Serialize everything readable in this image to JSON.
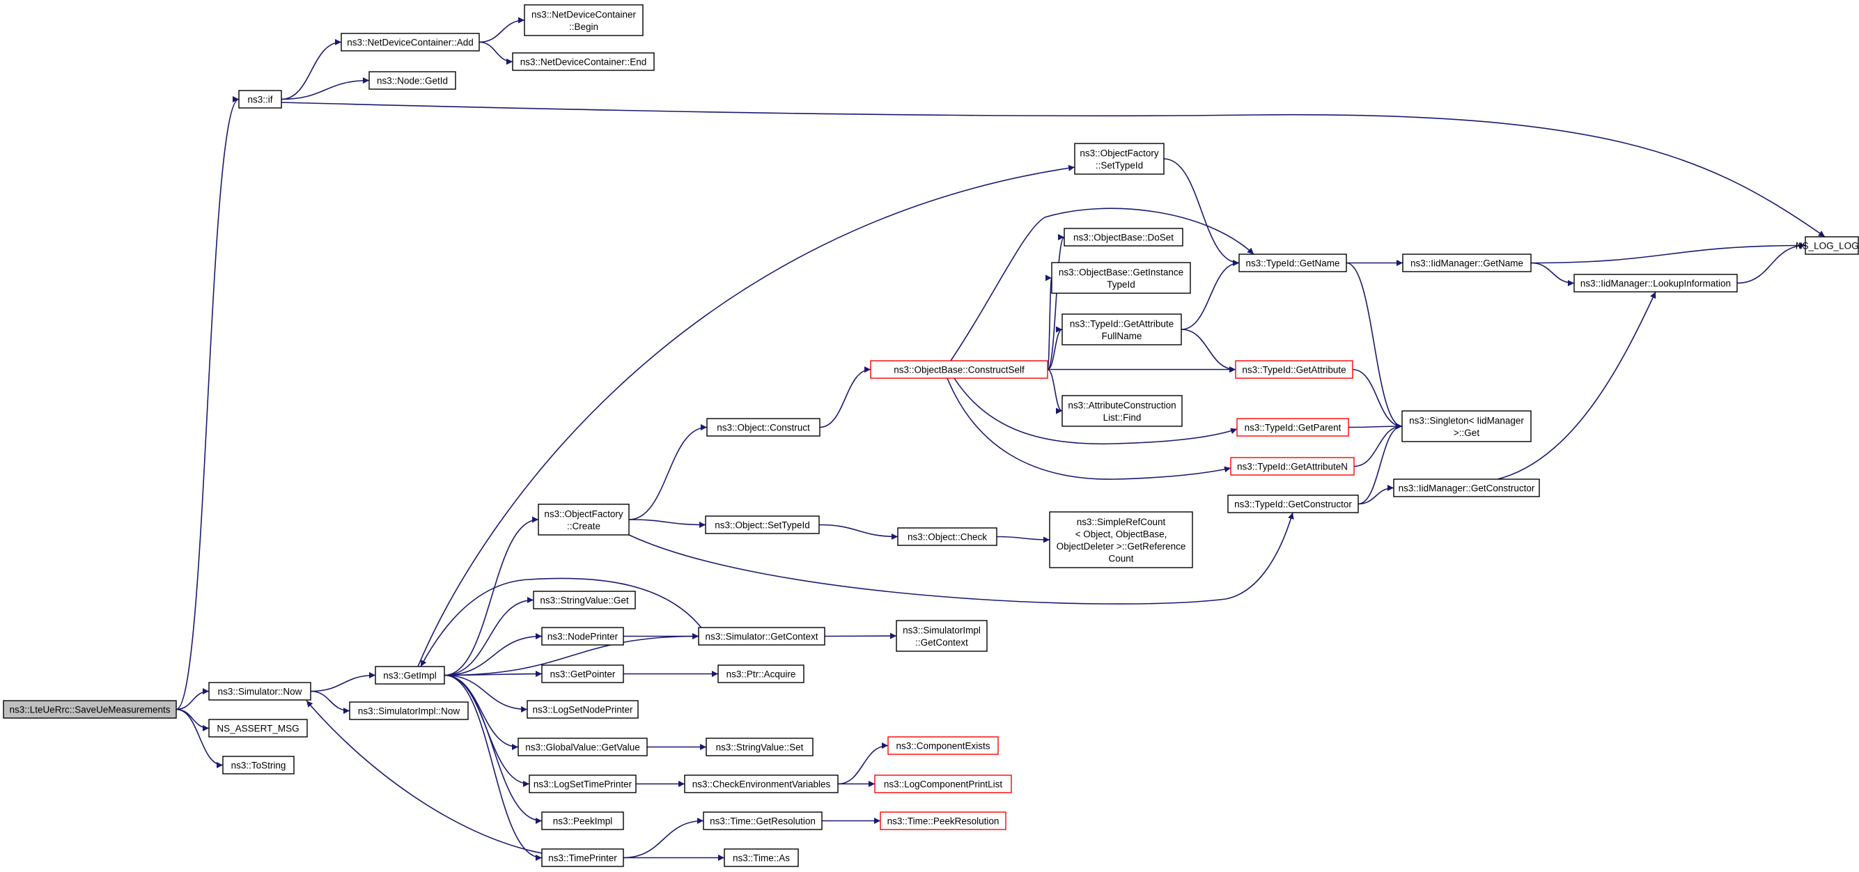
{
  "colors": {
    "edge": "#191970",
    "root_fill": "#bfbfbf",
    "node_fill": "#ffffff",
    "node_border": "#000000",
    "truncated_border": "#ff0000"
  },
  "nodes": [
    {
      "id": "root",
      "lines": [
        "ns3::LteUeRrc::SaveUeMeasurements"
      ],
      "style": "root"
    },
    {
      "id": "if",
      "lines": [
        "ns3::if"
      ]
    },
    {
      "id": "ndcAdd",
      "lines": [
        "ns3::NetDeviceContainer::Add"
      ]
    },
    {
      "id": "ndcBegin",
      "lines": [
        "ns3::NetDeviceContainer",
        "::Begin"
      ]
    },
    {
      "id": "ndcEnd",
      "lines": [
        "ns3::NetDeviceContainer::End"
      ]
    },
    {
      "id": "nodeGetId",
      "lines": [
        "ns3::Node::GetId"
      ]
    },
    {
      "id": "nslog",
      "lines": [
        "NS_LOG_LOGIC"
      ]
    },
    {
      "id": "ofSetTypeId",
      "lines": [
        "ns3::ObjectFactory",
        "::SetTypeId"
      ]
    },
    {
      "id": "obDoSet",
      "lines": [
        "ns3::ObjectBase::DoSet"
      ]
    },
    {
      "id": "typeGetName",
      "lines": [
        "ns3::TypeId::GetName"
      ]
    },
    {
      "id": "iidGetName",
      "lines": [
        "ns3::IidManager::GetName"
      ]
    },
    {
      "id": "iidLookup",
      "lines": [
        "ns3::IidManager::LookupInformation"
      ]
    },
    {
      "id": "obGetInst",
      "lines": [
        "ns3::ObjectBase::GetInstance",
        "TypeId"
      ]
    },
    {
      "id": "typeGetAttrFull",
      "lines": [
        "ns3::TypeId::GetAttribute",
        "FullName"
      ]
    },
    {
      "id": "obConstructSelf",
      "lines": [
        "ns3::ObjectBase::ConstructSelf"
      ],
      "style": "truncated"
    },
    {
      "id": "typeGetAttr",
      "lines": [
        "ns3::TypeId::GetAttribute"
      ],
      "style": "truncated"
    },
    {
      "id": "attrConsFind",
      "lines": [
        "ns3::AttributeConstruction",
        "List::Find"
      ]
    },
    {
      "id": "typeGetParent",
      "lines": [
        "ns3::TypeId::GetParent"
      ],
      "style": "truncated"
    },
    {
      "id": "singletonGet",
      "lines": [
        "ns3::Singleton< IidManager",
        " >::Get"
      ]
    },
    {
      "id": "objConstruct",
      "lines": [
        "ns3::Object::Construct"
      ]
    },
    {
      "id": "typeGetAttrN",
      "lines": [
        "ns3::TypeId::GetAttributeN"
      ],
      "style": "truncated"
    },
    {
      "id": "typeGetCons",
      "lines": [
        "ns3::TypeId::GetConstructor"
      ]
    },
    {
      "id": "iidGetCons",
      "lines": [
        "ns3::IidManager::GetConstructor"
      ]
    },
    {
      "id": "ofCreate",
      "lines": [
        "ns3::ObjectFactory",
        "::Create"
      ]
    },
    {
      "id": "objSetTypeId",
      "lines": [
        "ns3::Object::SetTypeId"
      ]
    },
    {
      "id": "objCheck",
      "lines": [
        "ns3::Object::Check"
      ]
    },
    {
      "id": "simpleRef",
      "lines": [
        "ns3::SimpleRefCount",
        "< Object, ObjectBase,",
        " ObjectDeleter >::GetReference",
        "Count"
      ]
    },
    {
      "id": "strGet",
      "lines": [
        "ns3::StringValue::Get"
      ]
    },
    {
      "id": "nodePrinter",
      "lines": [
        "ns3::NodePrinter"
      ]
    },
    {
      "id": "simGetCtx",
      "lines": [
        "ns3::Simulator::GetContext"
      ]
    },
    {
      "id": "simImplGetCtx",
      "lines": [
        "ns3::SimulatorImpl",
        "::GetContext"
      ]
    },
    {
      "id": "simNow",
      "lines": [
        "ns3::Simulator::Now"
      ]
    },
    {
      "id": "getImpl",
      "lines": [
        "ns3::GetImpl"
      ]
    },
    {
      "id": "getPointer",
      "lines": [
        "ns3::GetPointer"
      ]
    },
    {
      "id": "ptrAcquire",
      "lines": [
        "ns3::Ptr::Acquire"
      ]
    },
    {
      "id": "simImplNow",
      "lines": [
        "ns3::SimulatorImpl::Now"
      ]
    },
    {
      "id": "logSetNodePrinter",
      "lines": [
        "ns3::LogSetNodePrinter"
      ]
    },
    {
      "id": "assertMsg",
      "lines": [
        "NS_ASSERT_MSG"
      ]
    },
    {
      "id": "toString",
      "lines": [
        "ns3::ToString"
      ]
    },
    {
      "id": "gvGetValue",
      "lines": [
        "ns3::GlobalValue::GetValue"
      ]
    },
    {
      "id": "strSet",
      "lines": [
        "ns3::StringValue::Set"
      ]
    },
    {
      "id": "compExists",
      "lines": [
        "ns3::ComponentExists"
      ],
      "style": "truncated"
    },
    {
      "id": "logSetTimePrinter",
      "lines": [
        "ns3::LogSetTimePrinter"
      ]
    },
    {
      "id": "checkEnv",
      "lines": [
        "ns3::CheckEnvironmentVariables"
      ]
    },
    {
      "id": "logCompPrint",
      "lines": [
        "ns3::LogComponentPrintList"
      ],
      "style": "truncated"
    },
    {
      "id": "peekImpl",
      "lines": [
        "ns3::PeekImpl"
      ]
    },
    {
      "id": "timeGetRes",
      "lines": [
        "ns3::Time::GetResolution"
      ]
    },
    {
      "id": "timePeekRes",
      "lines": [
        "ns3::Time::PeekResolution"
      ],
      "style": "truncated"
    },
    {
      "id": "timePrinter",
      "lines": [
        "ns3::TimePrinter"
      ]
    },
    {
      "id": "timeAs",
      "lines": [
        "ns3::Time::As"
      ]
    }
  ],
  "edges": [
    [
      "root",
      "if"
    ],
    [
      "root",
      "simNow"
    ],
    [
      "root",
      "assertMsg"
    ],
    [
      "root",
      "toString"
    ],
    [
      "if",
      "ndcAdd"
    ],
    [
      "if",
      "nodeGetId"
    ],
    [
      "if",
      "nslog"
    ],
    [
      "ndcAdd",
      "ndcBegin"
    ],
    [
      "ndcAdd",
      "ndcEnd"
    ],
    [
      "simNow",
      "getImpl"
    ],
    [
      "simNow",
      "simImplNow"
    ],
    [
      "getImpl",
      "ofSetTypeId"
    ],
    [
      "getImpl",
      "ofCreate"
    ],
    [
      "getImpl",
      "strGet"
    ],
    [
      "getImpl",
      "nodePrinter"
    ],
    [
      "getImpl",
      "simGetCtx"
    ],
    [
      "getImpl",
      "getPointer"
    ],
    [
      "getImpl",
      "logSetNodePrinter"
    ],
    [
      "getImpl",
      "gvGetValue"
    ],
    [
      "getImpl",
      "logSetTimePrinter"
    ],
    [
      "getImpl",
      "peekImpl"
    ],
    [
      "getImpl",
      "timePrinter"
    ],
    [
      "ofSetTypeId",
      "typeGetName"
    ],
    [
      "ofCreate",
      "objConstruct"
    ],
    [
      "ofCreate",
      "objSetTypeId"
    ],
    [
      "ofCreate",
      "typeGetCons"
    ],
    [
      "objConstruct",
      "obConstructSelf"
    ],
    [
      "obConstructSelf",
      "typeGetName"
    ],
    [
      "obConstructSelf",
      "obDoSet"
    ],
    [
      "obConstructSelf",
      "obGetInst"
    ],
    [
      "obConstructSelf",
      "typeGetAttrFull"
    ],
    [
      "obConstructSelf",
      "typeGetAttr"
    ],
    [
      "obConstructSelf",
      "attrConsFind"
    ],
    [
      "obConstructSelf",
      "typeGetParent"
    ],
    [
      "obConstructSelf",
      "typeGetAttrN"
    ],
    [
      "typeGetAttrFull",
      "typeGetName"
    ],
    [
      "typeGetAttrFull",
      "typeGetAttr"
    ],
    [
      "typeGetName",
      "iidGetName"
    ],
    [
      "typeGetName",
      "singletonGet"
    ],
    [
      "iidGetName",
      "nslog"
    ],
    [
      "iidGetName",
      "iidLookup"
    ],
    [
      "iidLookup",
      "nslog"
    ],
    [
      "typeGetAttr",
      "singletonGet"
    ],
    [
      "typeGetParent",
      "singletonGet"
    ],
    [
      "typeGetAttrN",
      "singletonGet"
    ],
    [
      "typeGetCons",
      "singletonGet"
    ],
    [
      "typeGetCons",
      "iidGetCons"
    ],
    [
      "iidGetCons",
      "iidLookup"
    ],
    [
      "objSetTypeId",
      "objCheck"
    ],
    [
      "objCheck",
      "simpleRef"
    ],
    [
      "nodePrinter",
      "simGetCtx"
    ],
    [
      "simGetCtx",
      "getImpl"
    ],
    [
      "simGetCtx",
      "simImplGetCtx"
    ],
    [
      "getPointer",
      "ptrAcquire"
    ],
    [
      "gvGetValue",
      "strSet"
    ],
    [
      "logSetTimePrinter",
      "checkEnv"
    ],
    [
      "checkEnv",
      "compExists"
    ],
    [
      "checkEnv",
      "logCompPrint"
    ],
    [
      "timePrinter",
      "simNow"
    ],
    [
      "timePrinter",
      "timeGetRes"
    ],
    [
      "timePrinter",
      "timeAs"
    ],
    [
      "timeGetRes",
      "timePeekRes"
    ]
  ]
}
